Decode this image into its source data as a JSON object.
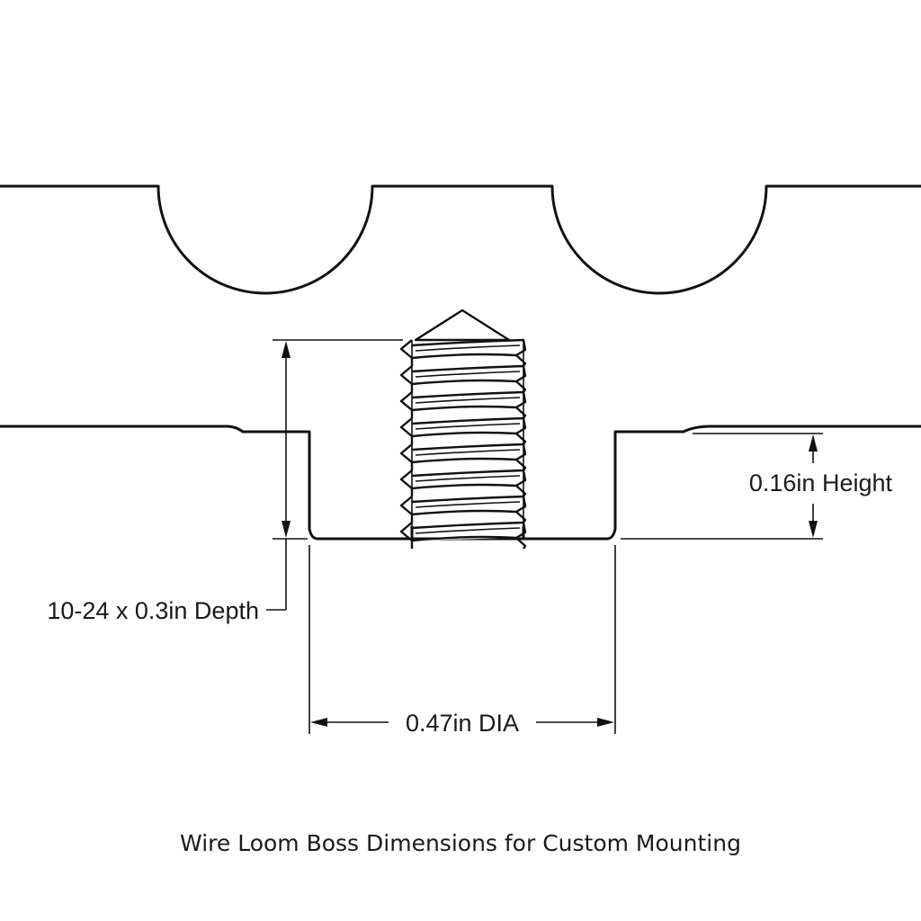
{
  "labels": {
    "depth": "10-24 x 0.3in Depth",
    "height": "0.16in Height",
    "diameter": "0.47in DIA"
  },
  "caption": "Wire Loom Boss Dimensions for Custom Mounting",
  "colors": {
    "line": "#111111",
    "text": "#1a1a1a",
    "background": "#ffffff"
  }
}
